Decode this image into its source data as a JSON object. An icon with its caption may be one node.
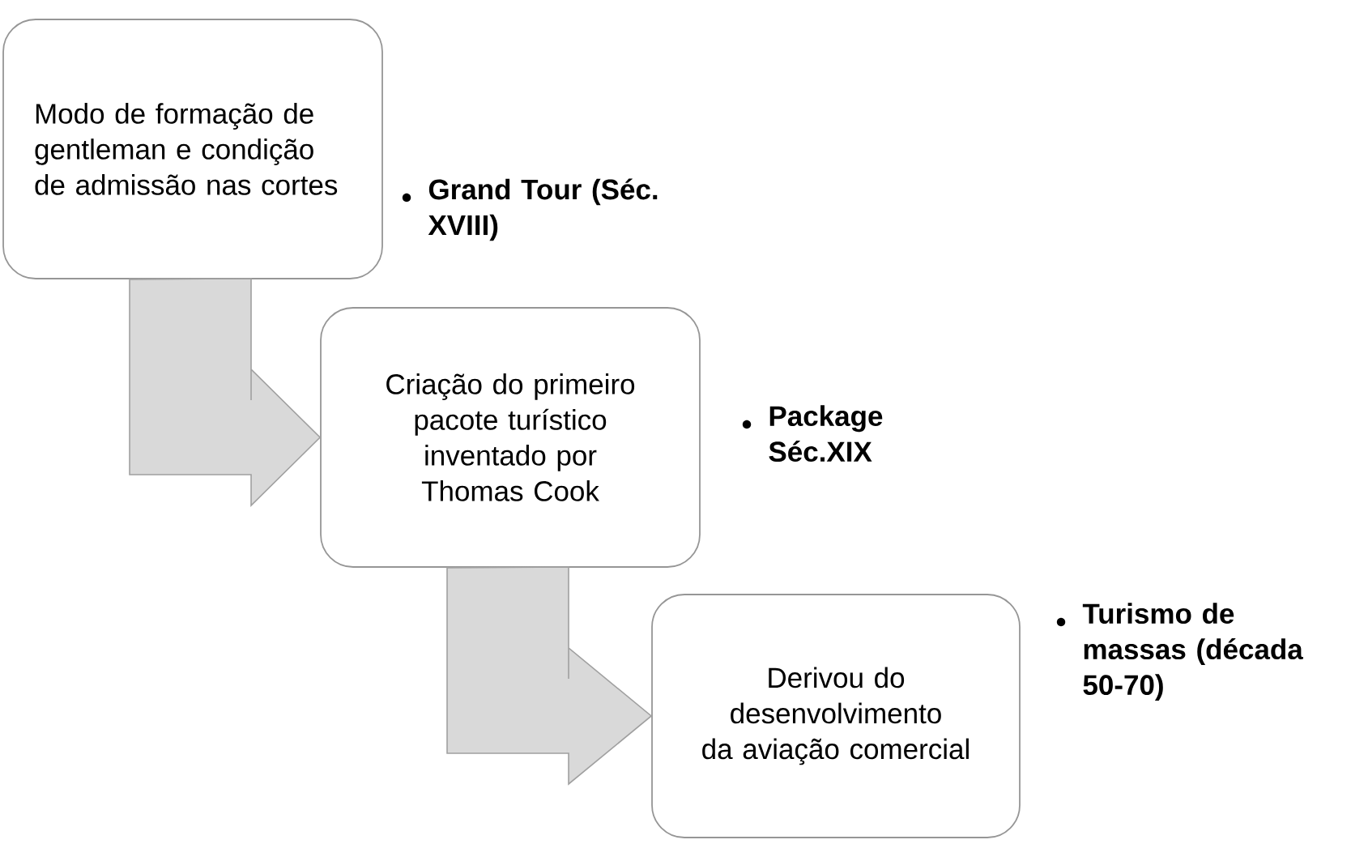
{
  "diagram": {
    "nodes": [
      {
        "text": [
          "Modo de formação de gentleman e condição de admissão nas cortes"
        ],
        "beside": [
          "Grand Tour (Séc. XVIII)"
        ]
      },
      {
        "text": [
          "Criação do primeiro pacote turístico inventado por Thomas Cook"
        ],
        "beside": [
          "Package Séc.XIX"
        ]
      },
      {
        "text": [
          "Derivou do desenvolvimento da aviação comercial"
        ],
        "beside": [
          "Turismo de massas (década 50-70)"
        ]
      }
    ],
    "edges": [
      {
        "from": 0,
        "to": 1,
        "arrow": "to"
      },
      {
        "from": 1,
        "to": 2,
        "arrow": "to"
      }
    ]
  }
}
